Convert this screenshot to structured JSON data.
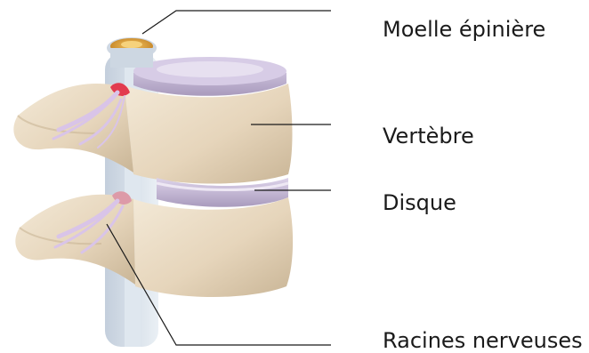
{
  "labels": {
    "spinal_cord": "Moelle épinière",
    "vertebra": "Vertèbre",
    "disc": "Disque",
    "nerve_roots": "Racines nerveuses"
  },
  "colors": {
    "bone": "#e9dcc6",
    "bone_shadow": "#c9b596",
    "disc": "#cbbfd9",
    "disc_dark": "#a99bbd",
    "spinal_cord": "#e2a640",
    "nerve": "#d9c4e8",
    "nerve_root_red": "#e23b4e",
    "leader_line": "#1a1a1a",
    "text": "#1a1a1a"
  }
}
